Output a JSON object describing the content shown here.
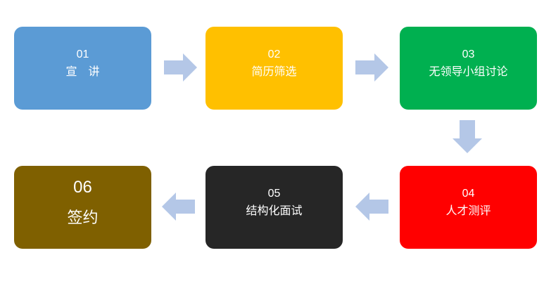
{
  "background": "#FFFFFF",
  "text_color": "#FFFFFF",
  "steps": [
    {
      "number": "01",
      "label": "宣　讲",
      "color": "#5B9BD5"
    },
    {
      "number": "02",
      "label": "简历筛选",
      "color": "#FFC000"
    },
    {
      "number": "03",
      "label": "无领导小组讨论",
      "color": "#00B050"
    },
    {
      "number": "04",
      "label": "人才测评",
      "color": "#FF0000"
    },
    {
      "number": "05",
      "label": "结构化面试",
      "color": "#262626"
    },
    {
      "number": "06",
      "label": "签约",
      "color": "#7F6000"
    }
  ],
  "arrows": {
    "color": "#B4C7E7",
    "sequence": [
      "01→02",
      "02→03",
      "03→04",
      "04→05",
      "05→06"
    ]
  }
}
